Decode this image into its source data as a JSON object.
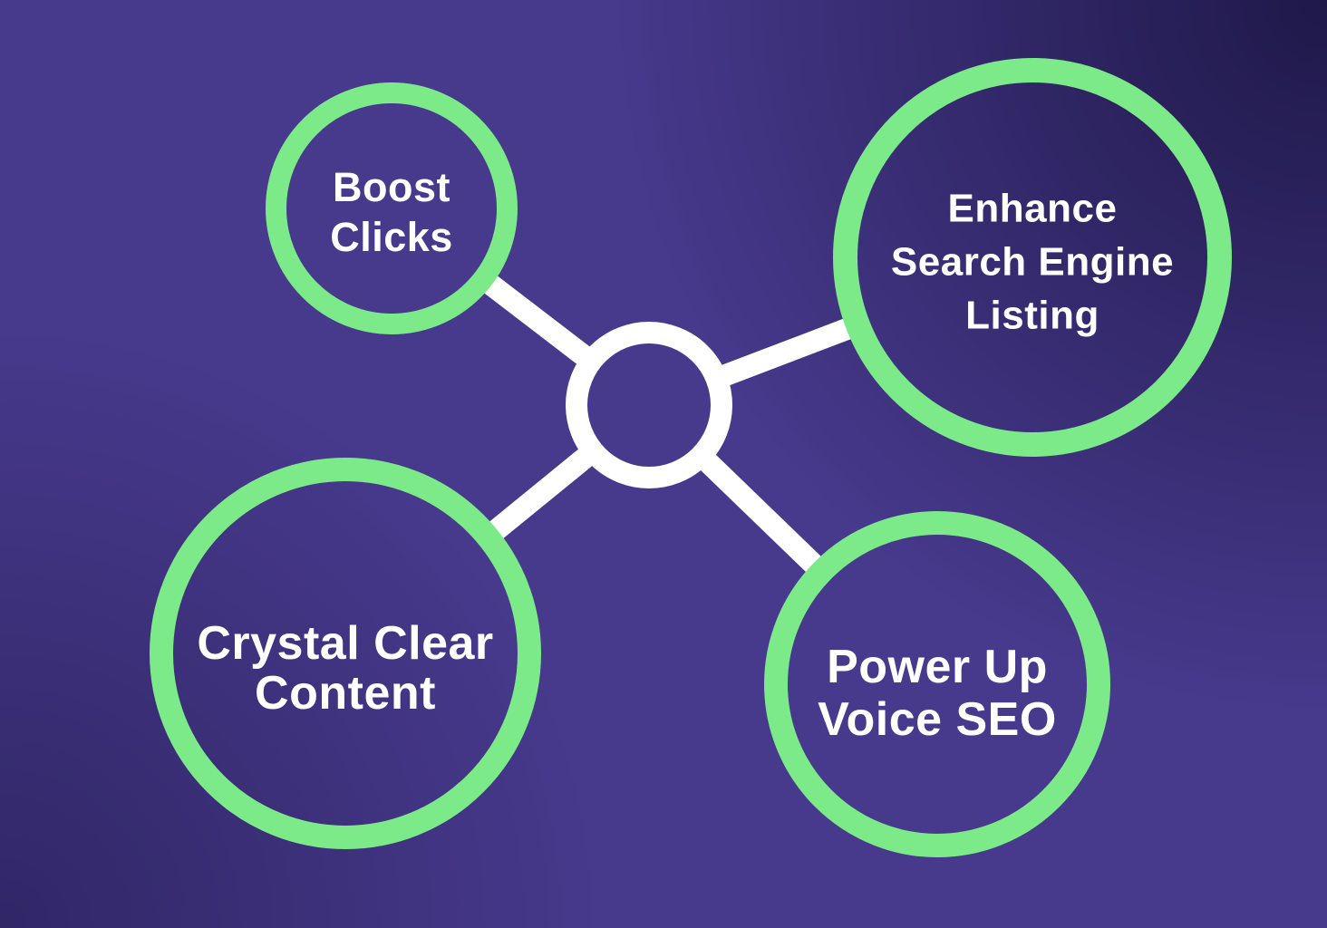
{
  "diagram": {
    "type": "mind-map",
    "center_node": {
      "shape": "ring",
      "label": ""
    },
    "nodes": [
      {
        "id": "boost-clicks",
        "lines": [
          "Boost",
          "Clicks"
        ]
      },
      {
        "id": "enhance-search-engine-listing",
        "lines": [
          "Enhance",
          "Search Engine",
          "Listing"
        ]
      },
      {
        "id": "crystal-clear-content",
        "lines": [
          "Crystal Clear",
          "Content"
        ]
      },
      {
        "id": "power-up-voice-seo",
        "lines": [
          "Power Up",
          "Voice SEO"
        ]
      }
    ],
    "colors": {
      "background_light_purple": "#47398C",
      "background_dark_corner": "#241F58",
      "node_ring_green": "#7DEA89",
      "connector_white": "#FFFFFF",
      "label_text": "#FFFFFF"
    }
  }
}
